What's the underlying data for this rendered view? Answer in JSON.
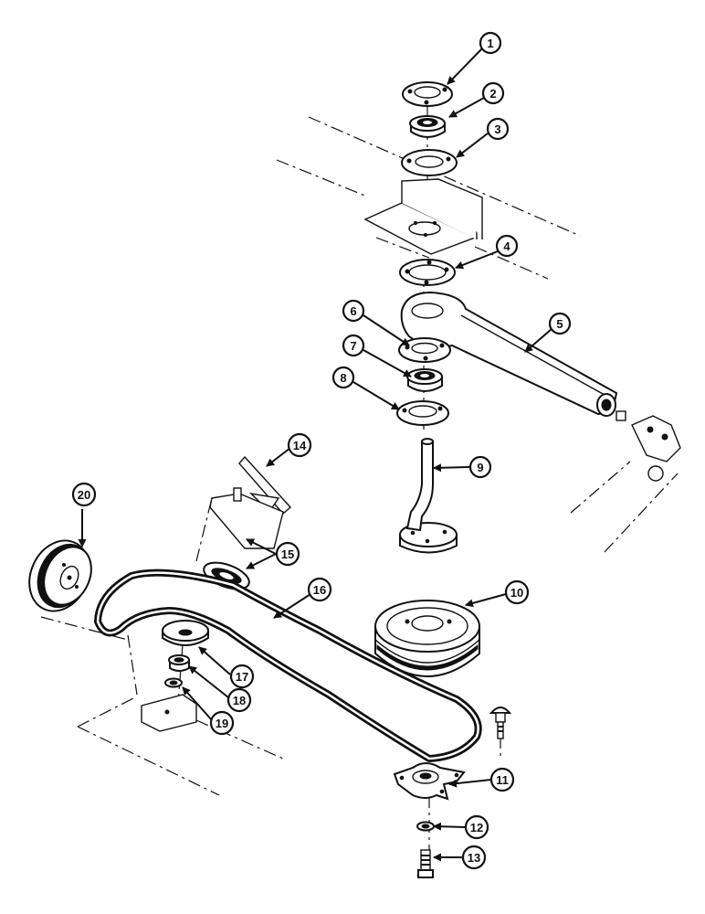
{
  "colors": {
    "ink": "#111111",
    "paper": "#ffffff"
  },
  "callouts": [
    {
      "id": "c1",
      "label": "1"
    },
    {
      "id": "c2",
      "label": "2"
    },
    {
      "id": "c3",
      "label": "3"
    },
    {
      "id": "c4",
      "label": "4"
    },
    {
      "id": "c5",
      "label": "5"
    },
    {
      "id": "c6",
      "label": "6"
    },
    {
      "id": "c7",
      "label": "7"
    },
    {
      "id": "c8",
      "label": "8"
    },
    {
      "id": "c9",
      "label": "9"
    },
    {
      "id": "c10",
      "label": "10"
    },
    {
      "id": "c11",
      "label": "11"
    },
    {
      "id": "c12",
      "label": "12"
    },
    {
      "id": "c13",
      "label": "13"
    },
    {
      "id": "c14",
      "label": "14"
    },
    {
      "id": "c15",
      "label": "15"
    },
    {
      "id": "c16",
      "label": "16"
    },
    {
      "id": "c17",
      "label": "17"
    },
    {
      "id": "c18",
      "label": "18"
    },
    {
      "id": "c19",
      "label": "19"
    },
    {
      "id": "c20",
      "label": "20"
    }
  ]
}
